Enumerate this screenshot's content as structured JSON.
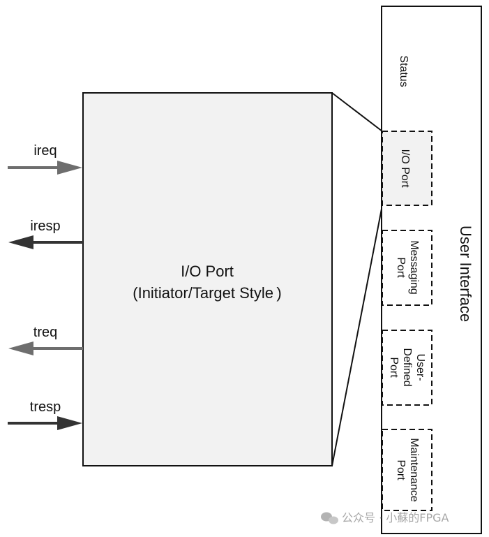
{
  "main_block": {
    "title_line1": "I/O Port",
    "title_line2": "(Initiator/Target Style )",
    "fill": "#f2f2f2"
  },
  "signals": {
    "ireq": "ireq",
    "iresp": "iresp",
    "treq": "treq",
    "tresp": "tresp"
  },
  "user_interface": {
    "title": "User Interface",
    "status": "Status",
    "ports": [
      {
        "lines": [
          "I/O Port"
        ]
      },
      {
        "lines": [
          "Messaging",
          "Port"
        ]
      },
      {
        "lines": [
          "User-",
          "Defined",
          "Port"
        ]
      },
      {
        "lines": [
          "Maintenance",
          "Port"
        ]
      }
    ]
  },
  "watermark": {
    "text": "公众号 · 小蘇的FPGA"
  },
  "colors": {
    "arrow_gray": "#6e6e6e",
    "arrow_dark": "#333333",
    "line": "#111111"
  }
}
